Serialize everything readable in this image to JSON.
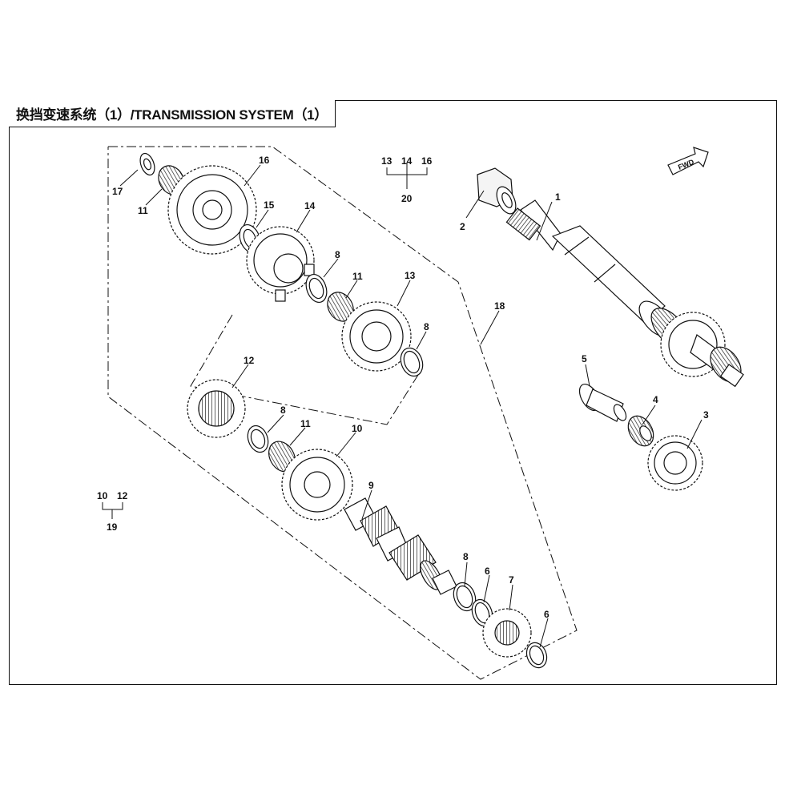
{
  "title": "换挡变速系统（1）/TRANSMISSION SYSTEM（1）",
  "fwd_label": "FWD",
  "callouts": {
    "c1": "1",
    "c2": "2",
    "c3": "3",
    "c4": "4",
    "c5": "5",
    "c6a": "6",
    "c6b": "6",
    "c7": "7",
    "c8a": "8",
    "c8b": "8",
    "c8c": "8",
    "c8d": "8",
    "c9": "9",
    "c10": "10",
    "c11a": "11",
    "c11b": "11",
    "c11c": "11",
    "c12": "12",
    "c13": "13",
    "c14": "14",
    "c15": "15",
    "c16": "16",
    "c17": "17",
    "c18": "18"
  },
  "groups": {
    "g20": {
      "members": [
        "13",
        "14",
        "16"
      ],
      "label": "20"
    },
    "g19": {
      "members": [
        "10",
        "12"
      ],
      "label": "19"
    }
  }
}
